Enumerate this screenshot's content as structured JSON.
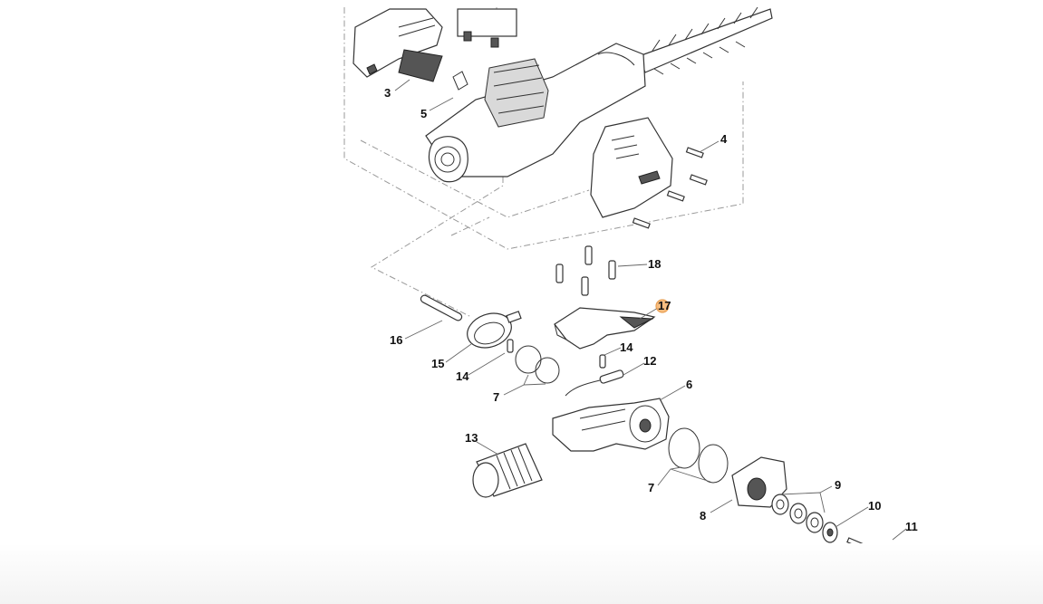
{
  "diagram": {
    "callouts": [
      {
        "key": "p3",
        "label": "3"
      },
      {
        "key": "p5",
        "label": "5"
      },
      {
        "key": "p4",
        "label": "4"
      },
      {
        "key": "p18",
        "label": "18"
      },
      {
        "key": "p17",
        "label": "17"
      },
      {
        "key": "p16",
        "label": "16"
      },
      {
        "key": "p15",
        "label": "15"
      },
      {
        "key": "p14a",
        "label": "14"
      },
      {
        "key": "p14b",
        "label": "14"
      },
      {
        "key": "p12",
        "label": "12"
      },
      {
        "key": "p7a",
        "label": "7"
      },
      {
        "key": "p6",
        "label": "6"
      },
      {
        "key": "p13",
        "label": "13"
      },
      {
        "key": "p7b",
        "label": "7"
      },
      {
        "key": "p9",
        "label": "9"
      },
      {
        "key": "p8",
        "label": "8"
      },
      {
        "key": "p10",
        "label": "10"
      },
      {
        "key": "p11",
        "label": "11"
      }
    ],
    "highlight": {
      "part": "17",
      "color": "#f6b26b"
    }
  }
}
